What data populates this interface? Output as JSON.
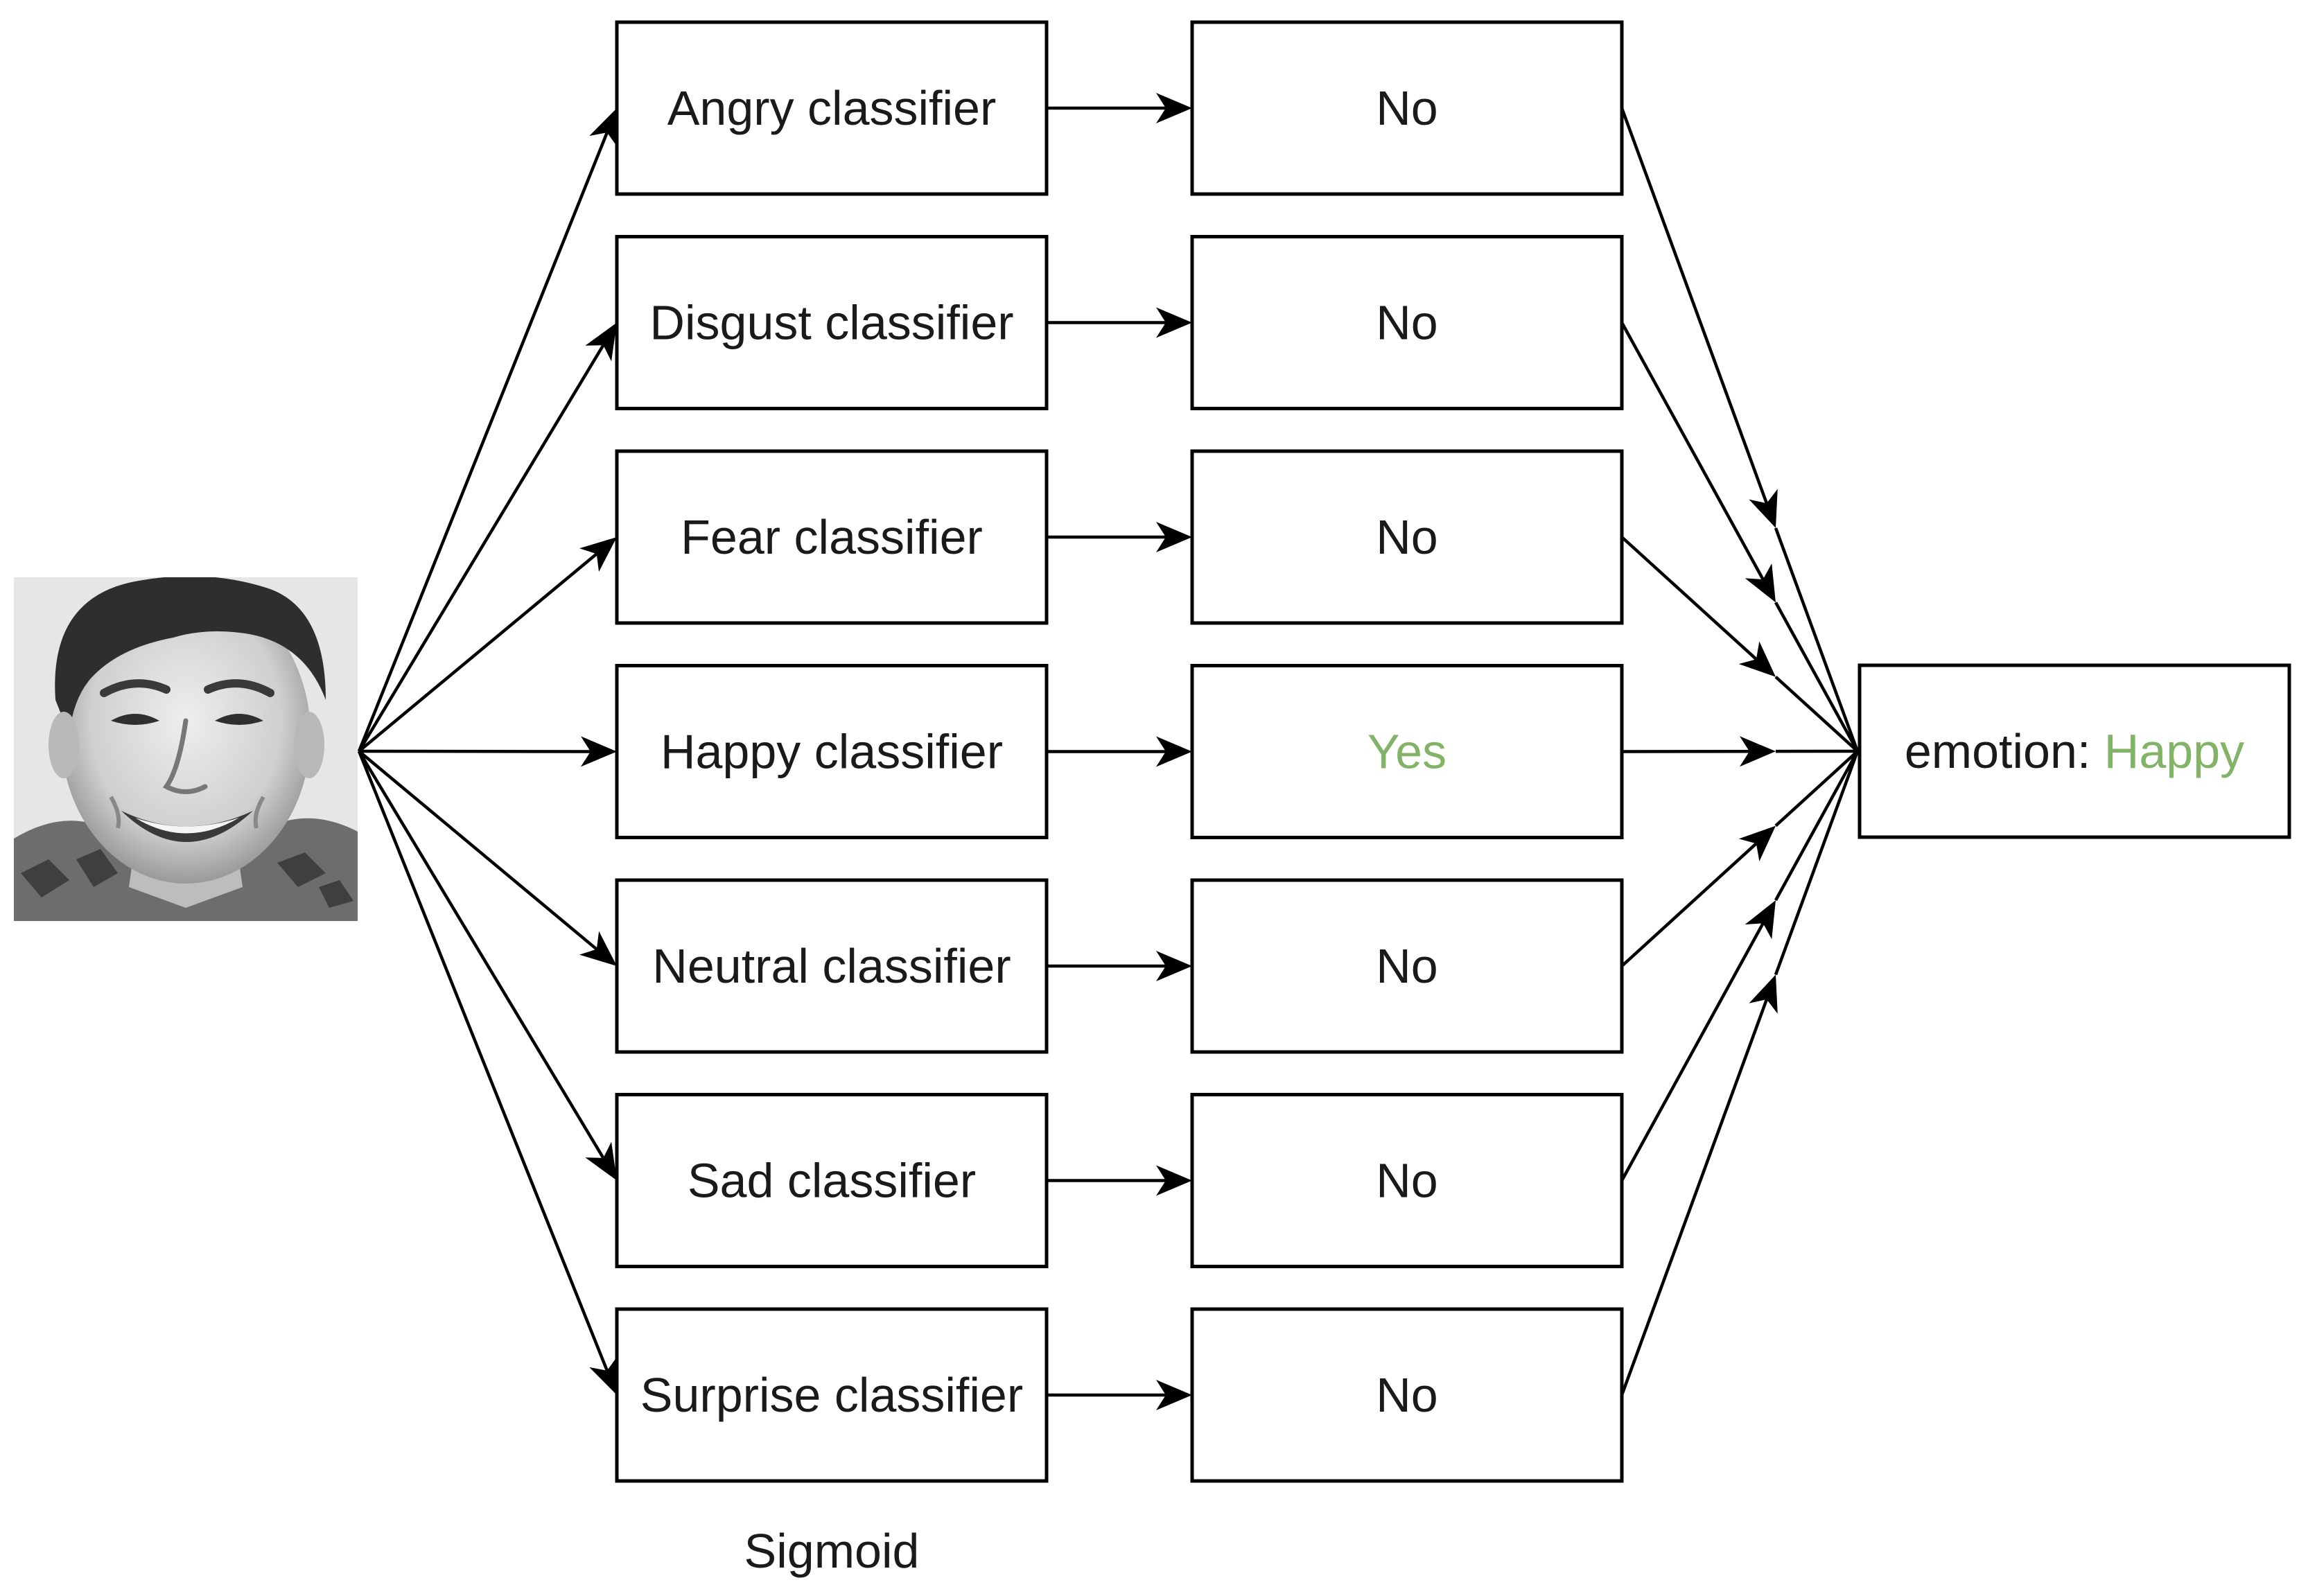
{
  "input": {
    "icon": "face-photo",
    "description": "grayscale face photo"
  },
  "classifiers": [
    {
      "id": "angry",
      "label": "Angry classifier",
      "output": "No"
    },
    {
      "id": "disgust",
      "label": "Disgust classifier",
      "output": "No"
    },
    {
      "id": "fear",
      "label": "Fear classifier",
      "output": "No"
    },
    {
      "id": "happy",
      "label": "Happy classifier",
      "output": "Yes"
    },
    {
      "id": "neutral",
      "label": "Neutral classifier",
      "output": "No"
    },
    {
      "id": "sad",
      "label": "Sad classifier",
      "output": "No"
    },
    {
      "id": "surprise",
      "label": "Surprise classifier",
      "output": "No"
    }
  ],
  "caption": "Sigmoid",
  "result": {
    "prefix": "emotion: ",
    "value": "Happy"
  },
  "colors": {
    "positive": "#82b366",
    "text": "#1a1a1a",
    "stroke": "#000000"
  }
}
